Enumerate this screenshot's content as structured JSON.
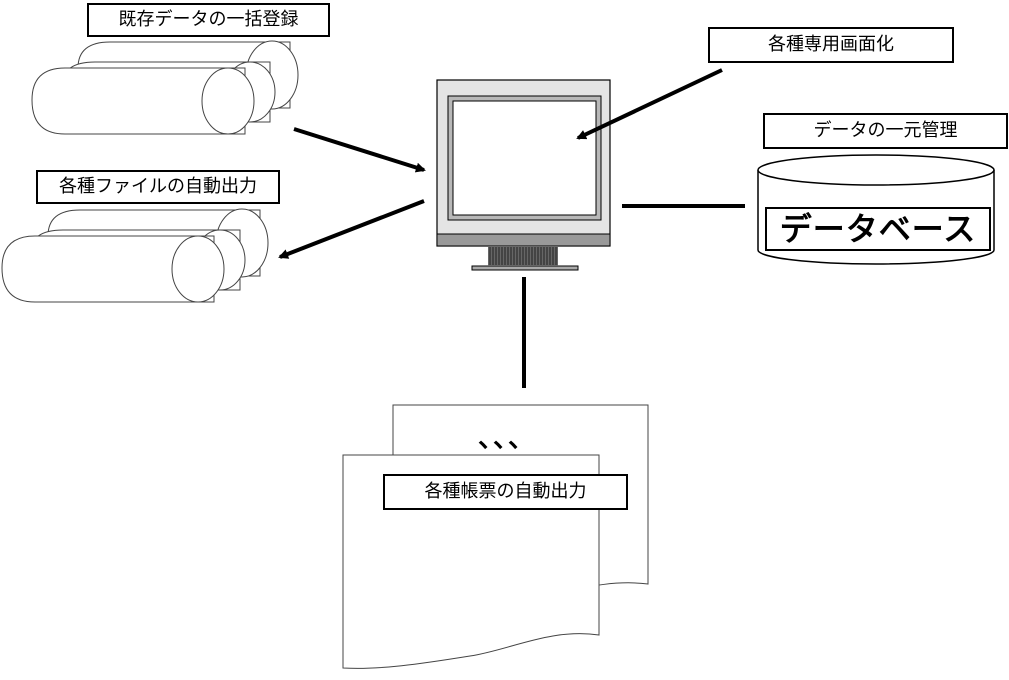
{
  "labels": {
    "bulk_registration": "既存データの一括登録",
    "file_output": "各種ファイルの自動出力",
    "dedicated_screens": "各種専用画面化",
    "data_management": "データの一元管理",
    "database": "データベース",
    "form_output": "各種帳票の自動出力",
    "ellipsis": "、、、"
  },
  "icons": {
    "computer": "monitor-icon",
    "database": "database-cylinder-icon",
    "documents": "document-stack-icon",
    "files": "file-stack-icon"
  },
  "colors": {
    "line": "#000000",
    "monitor_frame": "#e4e4e4",
    "monitor_inner_border": "#9a9a9a",
    "background": "#ffffff"
  }
}
